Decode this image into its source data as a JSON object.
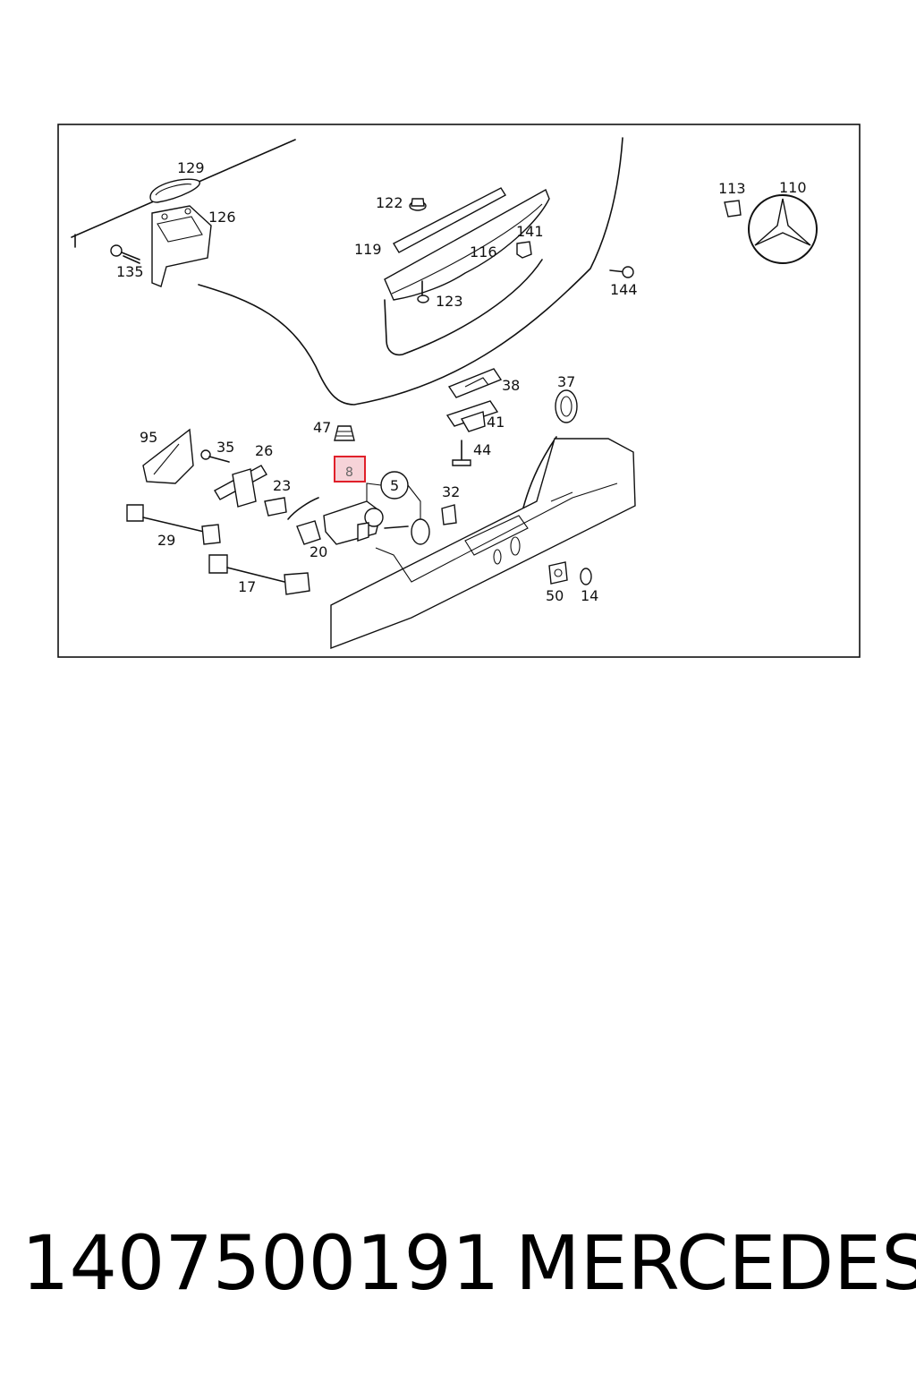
{
  "diagram": {
    "callouts": {
      "c129": "129",
      "c126": "126",
      "c135": "135",
      "c122": "122",
      "c119": "119",
      "c116": "116",
      "c141": "141",
      "c123": "123",
      "c113": "113",
      "c110": "110",
      "c144": "144",
      "c38": "38",
      "c37": "37",
      "c41": "41",
      "c44": "44",
      "c47": "47",
      "c95": "95",
      "c35": "35",
      "c26": "26",
      "c23": "23",
      "c8": "8",
      "c5": "5",
      "c32": "32",
      "c29": "29",
      "c20": "20",
      "c17": "17",
      "c50": "50",
      "c14": "14"
    },
    "highlight_color": "#e0202a",
    "highlight_fill": "#f6d3d8"
  },
  "caption": {
    "part_number": "1407500191",
    "brand": "MERCEDES"
  }
}
